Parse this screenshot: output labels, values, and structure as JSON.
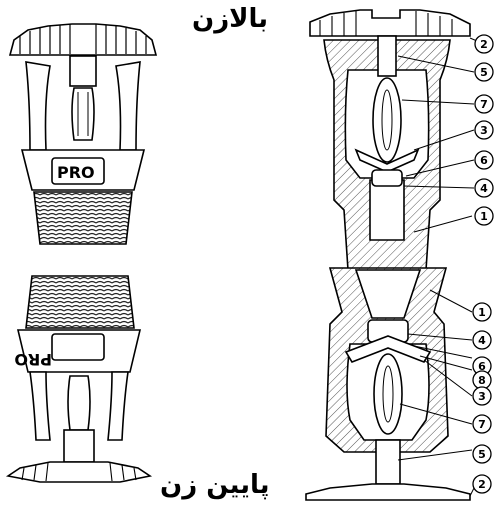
{
  "titles": {
    "upright": "بالازن",
    "pendent": "پایین زن"
  },
  "brand_label": "PRO",
  "upright_callouts": [
    "2",
    "5",
    "7",
    "3",
    "6",
    "4",
    "1"
  ],
  "pendent_callouts": [
    "1",
    "4",
    "6",
    "8",
    "3",
    "7",
    "5",
    "2"
  ]
}
